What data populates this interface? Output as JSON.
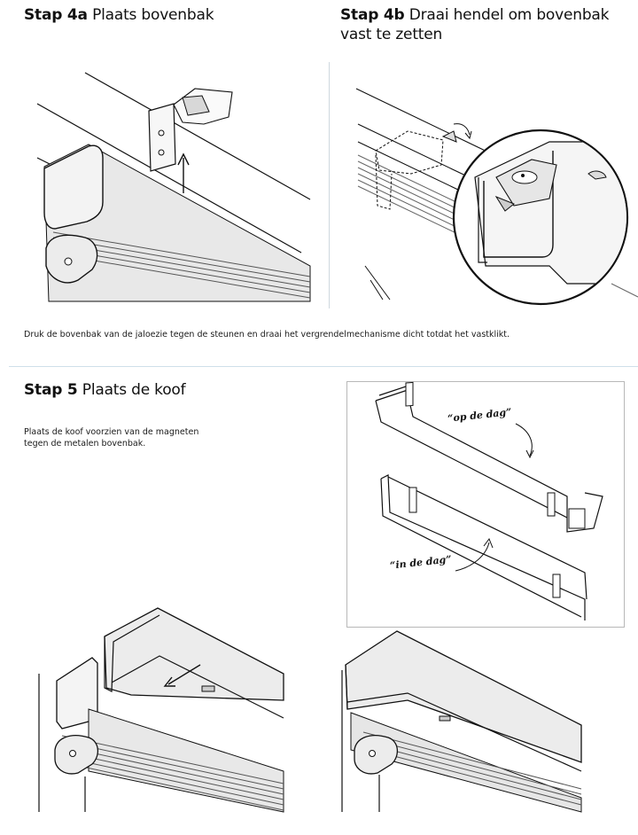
{
  "step4a": {
    "num": "Stap 4a",
    "text": "Plaats bovenbak"
  },
  "step4b": {
    "num": "Stap 4b",
    "text": "Draai hendel om bovenbak",
    "text2": "vast te zetten"
  },
  "caption4": "Druk de bovenbak van de jaloezie tegen de steunen en draai het vergrendelmechanisme dicht totdat het vastklikt.",
  "step5": {
    "num": "Stap 5",
    "text": "Plaats de koof"
  },
  "caption5": {
    "line1": "Plaats de koof voorzien van de magneten",
    "line2": "tegen de metalen bovenbak."
  },
  "labels": {
    "op_de_dag": "“op de dag”",
    "in_de_dag": "“in de dag”"
  }
}
